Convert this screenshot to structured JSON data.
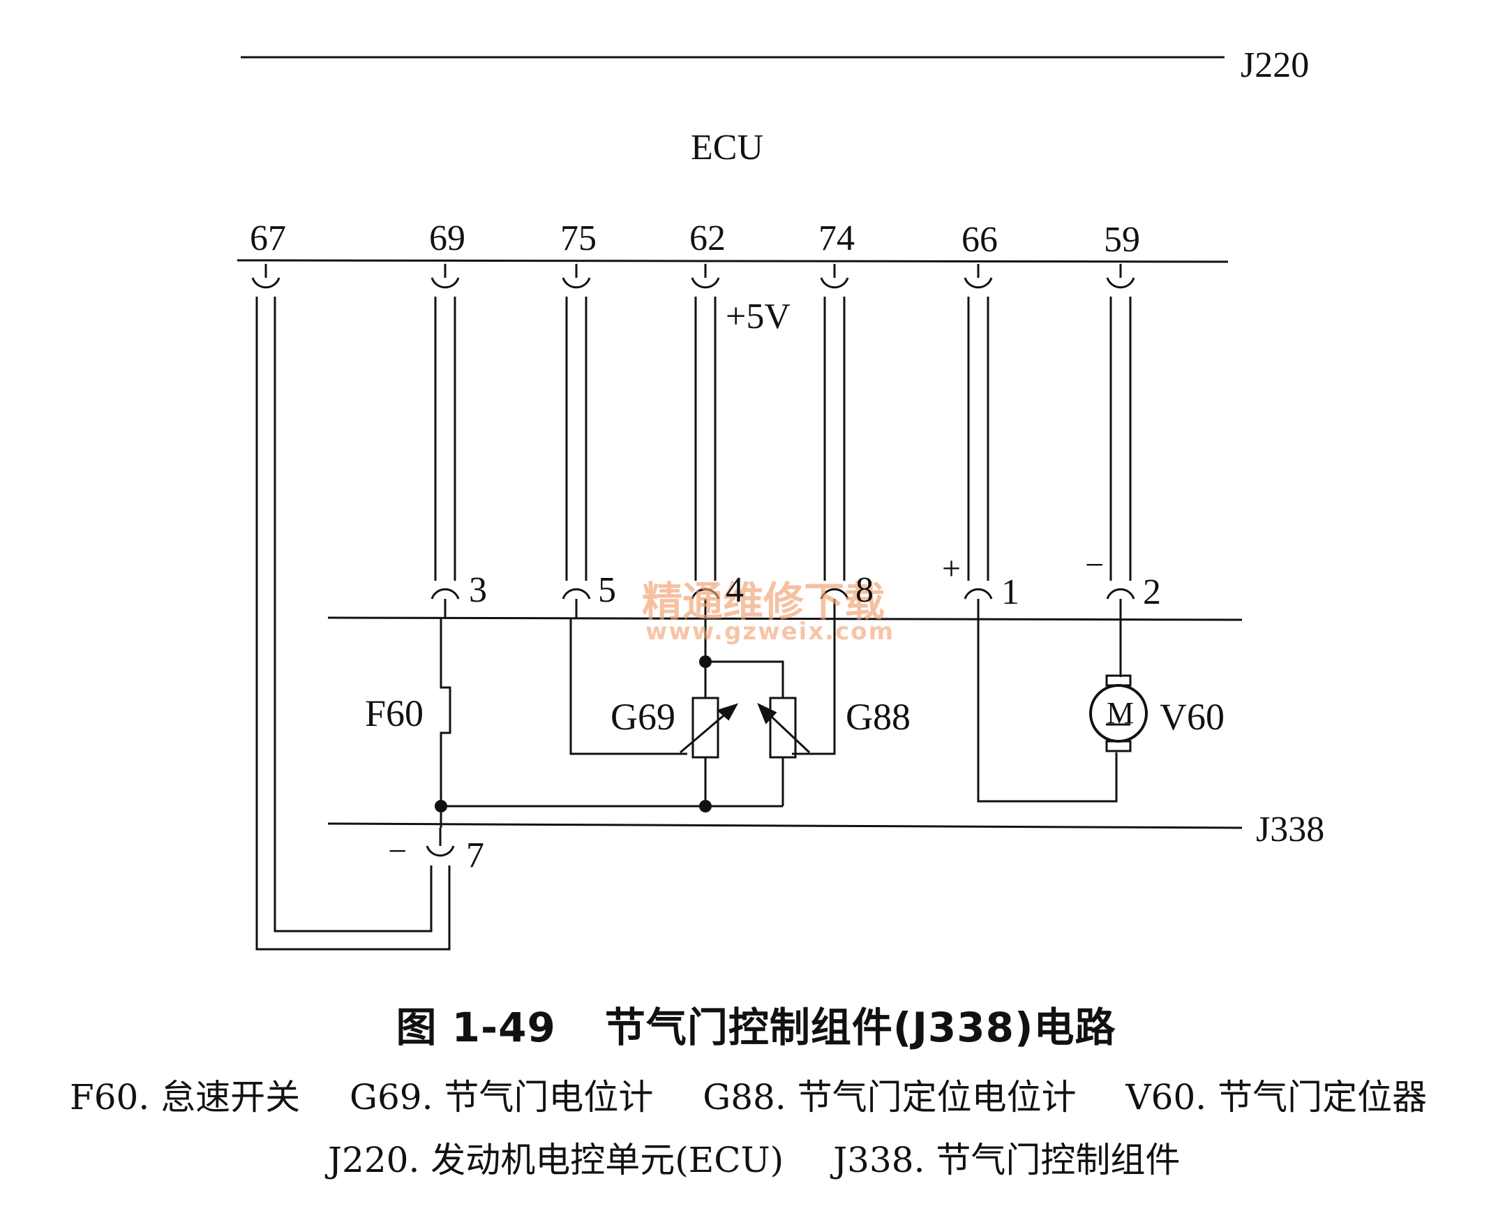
{
  "diagram": {
    "labels": {
      "j220": "J220",
      "ecu": "ECU",
      "j338": "J338",
      "plus5v": "+5V",
      "plus_sign": "+",
      "minus_sign_2": "−",
      "minus_sign_7": "−"
    },
    "ecu_pins": [
      "67",
      "69",
      "75",
      "62",
      "74",
      "66",
      "59"
    ],
    "connector_pins": [
      "3",
      "5",
      "4",
      "8",
      "1",
      "2",
      "7"
    ],
    "components": {
      "f60": "F60",
      "g69": "G69",
      "g88": "G88",
      "v60": "V60",
      "motor_symbol": "M"
    },
    "watermark": {
      "cn": "精通维修下载",
      "url": "www.gzweix.com"
    }
  },
  "caption": {
    "figure_number": "图 1-49",
    "title": "节气门控制组件(J338)电路",
    "legend_line1": [
      "F60. 怠速开关",
      "G69. 节气门电位计",
      "G88. 节气门定位电位计",
      "V60. 节气门定位器"
    ],
    "legend_line2": [
      "J220. 发动机电控单元(ECU)",
      "J338. 节气门控制组件"
    ]
  }
}
